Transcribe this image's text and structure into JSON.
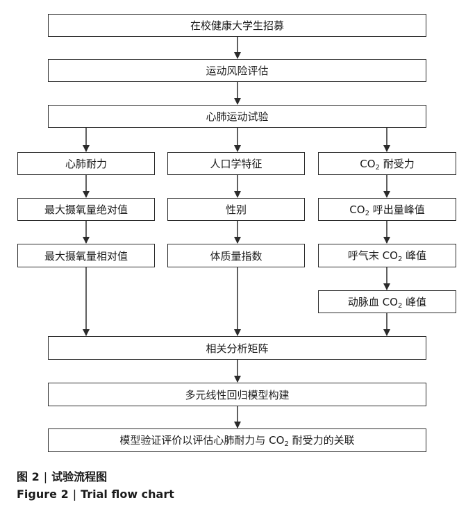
{
  "flow": {
    "recruit": "在校健康大学生招募",
    "risk": "运动风险评估",
    "cpet": "心肺运动试验",
    "col1": {
      "head": "心肺耐力",
      "item1": "最大摄氧量绝对值",
      "item2": "最大摄氧量相对值"
    },
    "col2": {
      "head": "人口学特征",
      "item1": "性别",
      "item2": "体质量指数"
    },
    "col3": {
      "head_a": "CO",
      "head_sub": "2",
      "head_b": " 耐受力",
      "item1_a": "CO",
      "item1_sub": "2",
      "item1_b": " 呼出量峰值",
      "item2_a": "呼气末 CO",
      "item2_sub": "2",
      "item2_b": " 峰值",
      "item3_a": "动脉血 CO",
      "item3_sub": "2",
      "item3_b": " 峰值"
    },
    "corr": "相关分析矩阵",
    "model": "多元线性回归模型构建",
    "valid_a": "模型验证评价以评估心肺耐力与 CO",
    "valid_sub": "2",
    "valid_b": " 耐受力的关联"
  },
  "caption": {
    "cn_label": "图 2",
    "cn_sep": "|",
    "cn_title": "试验流程图",
    "en_label": "Figure 2",
    "en_sep": "|",
    "en_title": "Trial flow chart"
  }
}
